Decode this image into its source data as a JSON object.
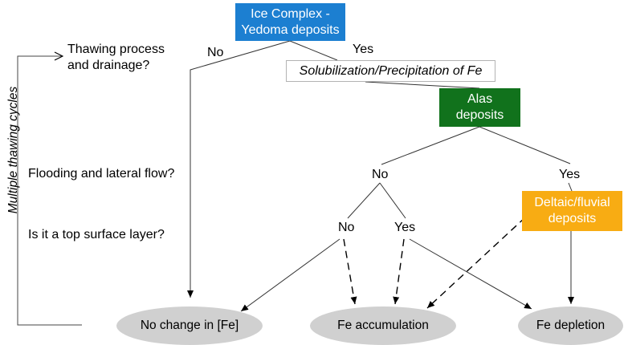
{
  "questions": {
    "thawing": "Thawing process\nand drainage?",
    "flooding": "Flooding and lateral flow?",
    "surface": "Is it a top surface layer?"
  },
  "side_label": "Multiple thawing cycles",
  "nodes": {
    "ice_complex": "Ice Complex -\nYedoma deposits",
    "process": "Solubilization/Precipitation of Fe",
    "alas": "Alas\ndeposits",
    "deltaic": "Deltaic/fluvial\ndeposits"
  },
  "branch_labels": {
    "top_no": "No",
    "top_yes": "Yes",
    "flood_no": "No",
    "flood_yes": "Yes",
    "surface_no": "No",
    "surface_yes": "Yes"
  },
  "outcomes": {
    "no_change": "No change in [Fe]",
    "accumulation": "Fe accumulation",
    "depletion": "Fe depletion"
  },
  "colors": {
    "ice_complex": "#1c7fd1",
    "alas": "#11721c",
    "deltaic": "#f8ac13",
    "outcome_fill": "#d0d0d0"
  }
}
